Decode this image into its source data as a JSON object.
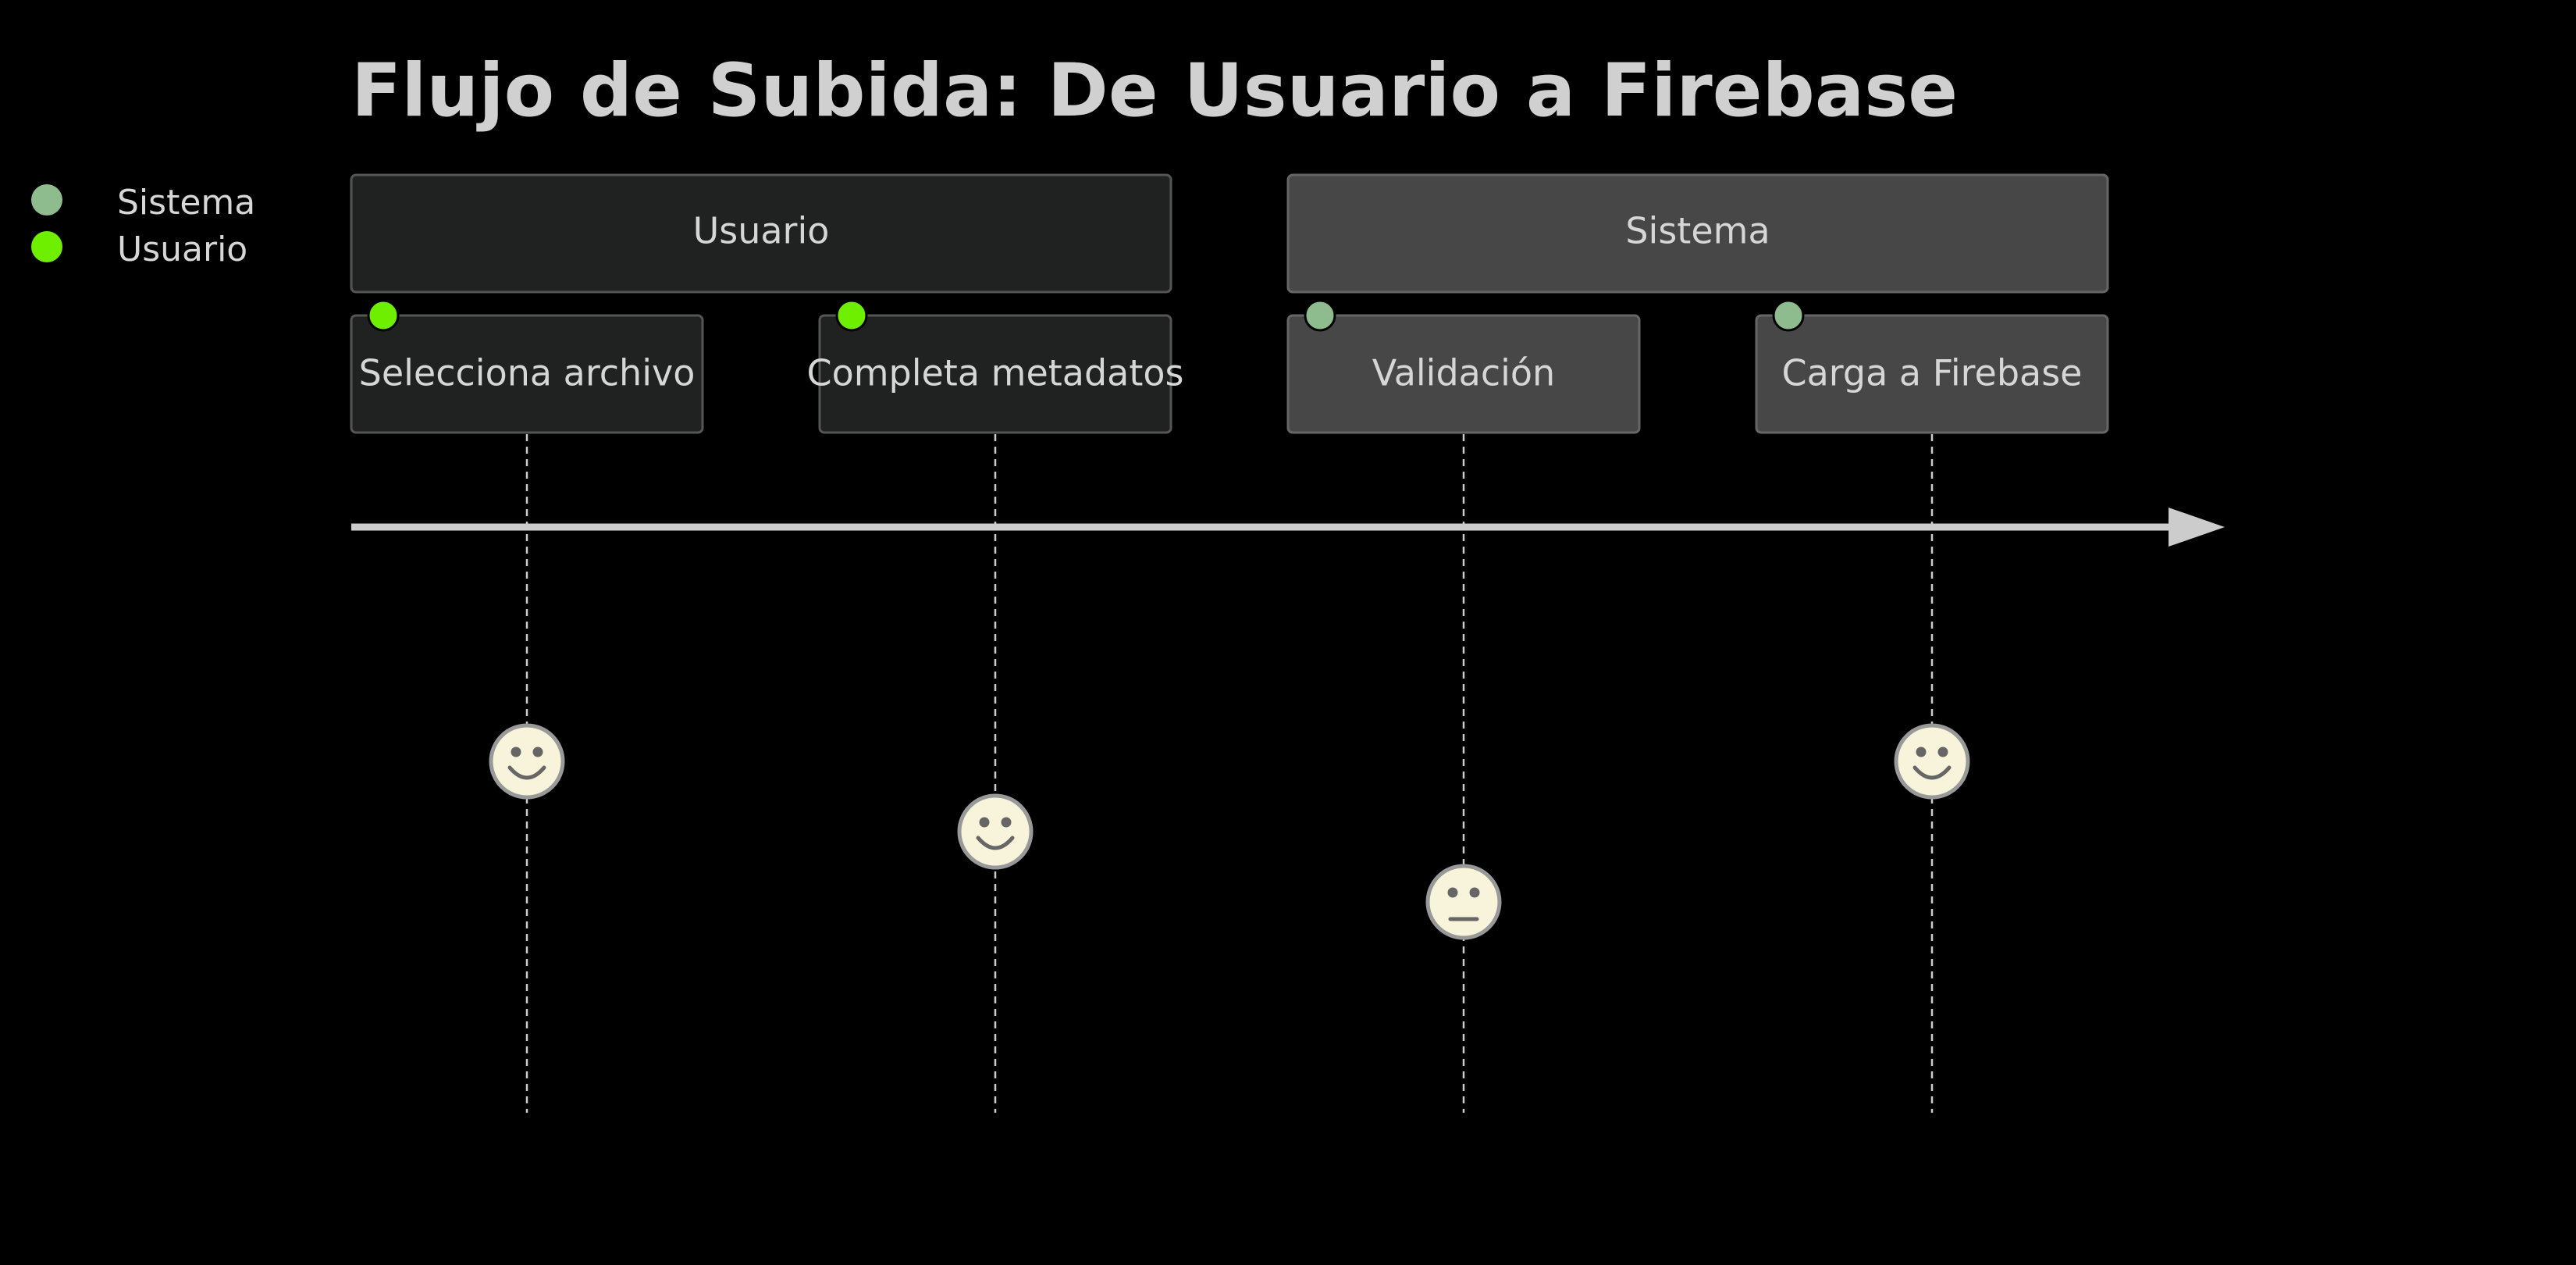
{
  "title": "Flujo de Subida: De Usuario a Firebase",
  "colors": {
    "background": "#000000",
    "text": "#d6d6d6",
    "usuario_dot": "#6fef00",
    "sistema_dot": "#8fbc8f",
    "usuario_section_fill": "#202222",
    "sistema_section_fill": "#474747",
    "face_fill": "#f8f4dc",
    "axis": "#cccccc"
  },
  "legend": [
    {
      "label": "Sistema",
      "actor": "sistema"
    },
    {
      "label": "Usuario",
      "actor": "usuario"
    }
  ],
  "sections": [
    {
      "label": "Usuario",
      "theme": "usuario"
    },
    {
      "label": "Sistema",
      "theme": "sistema"
    }
  ],
  "tasks": [
    {
      "label": "Selecciona archivo",
      "section": "usuario",
      "actor": "usuario",
      "score": 5,
      "mood": "happy"
    },
    {
      "label": "Completa metadatos",
      "section": "usuario",
      "actor": "usuario",
      "score": 4,
      "mood": "happy"
    },
    {
      "label": "Validación",
      "section": "sistema",
      "actor": "sistema",
      "score": 3,
      "mood": "neutral"
    },
    {
      "label": "Carga a Firebase",
      "section": "sistema",
      "actor": "sistema",
      "score": 5,
      "mood": "happy"
    }
  ]
}
